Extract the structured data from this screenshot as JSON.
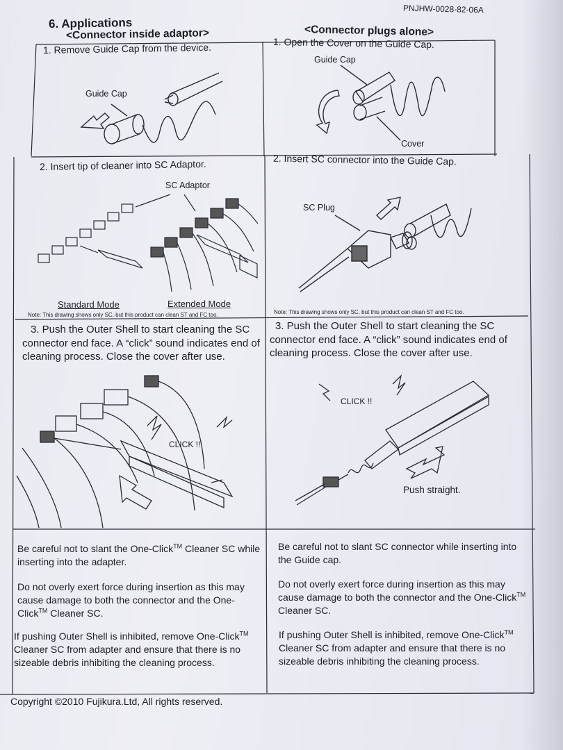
{
  "doc_number": "PNJHW-0028-82-06A",
  "section_title": "6.  Applications",
  "left": {
    "header": "<Connector inside adaptor>",
    "step1": "1. Remove Guide Cap from the device.",
    "step1_label": "Guide Cap",
    "step2": "2. Insert tip of cleaner into SC Adaptor.",
    "step2_label": "SC Adaptor",
    "mode_standard": "Standard Mode",
    "mode_extended": "Extended Mode",
    "note": "Note: This drawing shows only SC, but this product can clean ST and FC too.",
    "step3": "3. Push the Outer Shell to start cleaning the SC connector end face.   A “click” sound indicates end of cleaning process.   Close the cover after use.",
    "click": "CLICK !!",
    "caution1_a": "Be careful not to slant the One-Click",
    "caution1_b": " Cleaner SC while inserting into the adapter.",
    "caution2_a": "Do not overly exert force during insertion as this may cause damage to both the connector and the One-Click",
    "caution2_b": " Cleaner SC.",
    "caution3_a": "If pushing Outer Shell is inhibited, remove One-Click",
    "caution3_b": " Cleaner SC from adapter and ensure that there is no sizeable debris inhibiting the cleaning process."
  },
  "right": {
    "header": "<Connector plugs alone>",
    "step1": "1. Open the Cover on the Guide Cap.",
    "step1_label_cap": "Guide Cap",
    "step1_label_cover": "Cover",
    "step2": "2. Insert SC connector into the Guide Cap.",
    "step2_label": "SC Plug",
    "note": "Note: This drawing shows only SC, but this product can clean ST and FC too.",
    "step3": "3. Push the Outer Shell to start cleaning the SC connector end face.   A “click” sound indicates end of cleaning process.   Close the cover after use.",
    "click": "CLICK !!",
    "push": "Push straight.",
    "caution1": "Be careful not to slant SC connector while inserting into the Guide cap.",
    "caution2_a": "Do not overly exert force during insertion as this may cause damage to both the connector and the One-Click",
    "caution2_b": " Cleaner SC.",
    "caution3_a": "If pushing Outer Shell is inhibited, remove One-Click",
    "caution3_b": " Cleaner SC from adapter and ensure that there is no sizeable debris inhibiting the cleaning process."
  },
  "tm": "TM",
  "copyright": "Copyright ©2010   Fujikura.Ltd, All rights reserved.",
  "colors": {
    "paper": "#eceef4",
    "ink": "#1d1d24",
    "background": "#9aa0a8"
  }
}
